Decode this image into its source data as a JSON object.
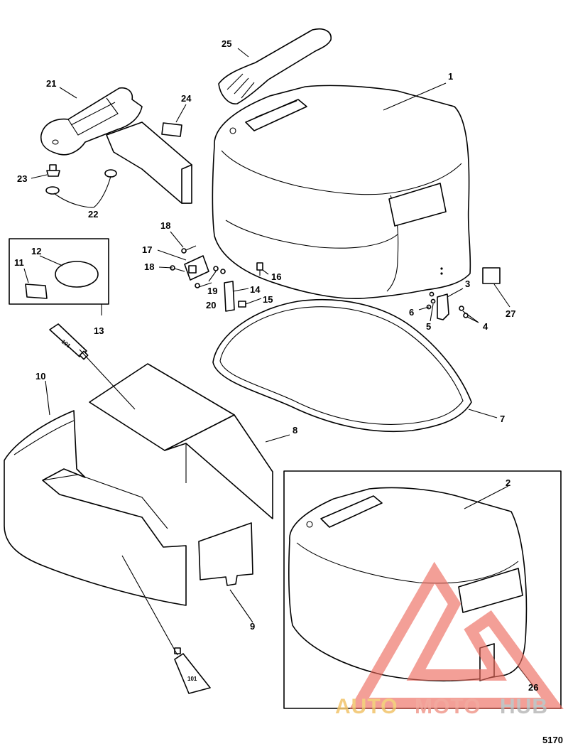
{
  "diagram": {
    "callouts": {
      "c1": "1",
      "c2": "2",
      "c3": "3",
      "c4": "4",
      "c5": "5",
      "c6": "6",
      "c7": "7",
      "c8": "8",
      "c9": "9",
      "c10": "10",
      "c11": "11",
      "c12": "12",
      "c13": "13",
      "c14": "14",
      "c15": "15",
      "c16": "16",
      "c17": "17",
      "c18a": "18",
      "c18b": "18",
      "c19": "19",
      "c20": "20",
      "c21": "21",
      "c22": "22",
      "c23": "23",
      "c24": "24",
      "c25": "25",
      "c26": "26",
      "c27": "27"
    },
    "tube_label_top": "101",
    "tube_label_bottom": "101",
    "figure_number": "5170",
    "watermark": {
      "part1": "AUTO",
      "part2": "MOTO",
      "part3": "HUB"
    }
  },
  "colors": {
    "watermark_yellow": "#f2c46a",
    "watermark_red": "#ec6a5c",
    "watermark_grey": "#b9b9b9"
  }
}
